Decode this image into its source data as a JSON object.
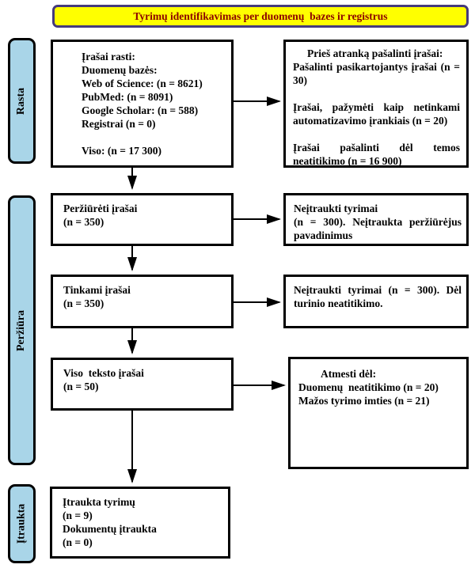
{
  "title": "Tyrimų identifikavimas per duomenų  bazes ir registrus",
  "sidebar": {
    "rasta": "Rasta",
    "perziura": "Peržiūra",
    "itraukta": "Įtraukta"
  },
  "boxes": {
    "records_found": {
      "lines": [
        "Įrašai rasti:",
        "Duomenų bazės:",
        "Web of Science: (n = 8621)",
        "PubMed: (n = 8091)",
        "Google Scholar: (n = 588)",
        "Registrai (n = 0)",
        "",
        "Viso: (n = 17 300)"
      ]
    },
    "removed_before_screening": {
      "heading": "Prieš atranką pašalinti įrašai:",
      "paragraphs": [
        "Pašalinti pasikartojantys įrašai (n = 30)",
        "Įrašai, pažymėti kaip netinkami automatizavimo įrankiais (n = 20)",
        "Įrašai pašalinti dėl temos neatitikimo (n = 16 900)"
      ]
    },
    "records_screened": {
      "lines": [
        "Peržiūrėti įrašai",
        "(n = 350)"
      ]
    },
    "excluded_by_title": {
      "line1": "Neįtraukti tyrimai",
      "line2": "(n = 300). Neįtraukta peržiūrėjus pavadinimus"
    },
    "records_eligible": {
      "lines": [
        "Tinkami įrašai",
        "(n = 350)"
      ]
    },
    "excluded_by_content": {
      "text": "Neįtraukti tyrimai (n = 300). Dėl turinio neatitikimo."
    },
    "fulltext_records": {
      "lines": [
        "Viso  teksto įrašai",
        "(n = 50)"
      ]
    },
    "rejected": {
      "heading": "Atmesti dėl:",
      "lines": [
        "Duomenų  neatitikimo (n = 20)",
        "Mažos tyrimo imties (n = 21)"
      ]
    },
    "included": {
      "lines": [
        "Įtraukta tyrimų",
        "(n = 9)",
        "Dokumentų įtraukta",
        "(n = 0)"
      ]
    }
  },
  "colors": {
    "banner_fill": "#ffff00",
    "banner_border": "#453a7d",
    "banner_text": "#8b0000",
    "phase_label_fill": "#a9d5e8",
    "box_border": "#000000"
  }
}
